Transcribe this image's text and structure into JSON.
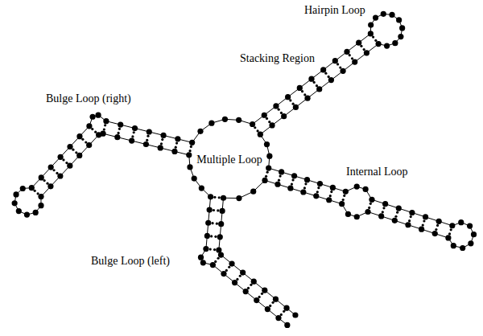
{
  "diagram": {
    "labels": [
      "Hairpin Loop",
      "Stacking Region",
      "Bulge Loop (right)",
      "Multiple Loop",
      "Internal Loop",
      "Bulge Loop (left)"
    ]
  }
}
